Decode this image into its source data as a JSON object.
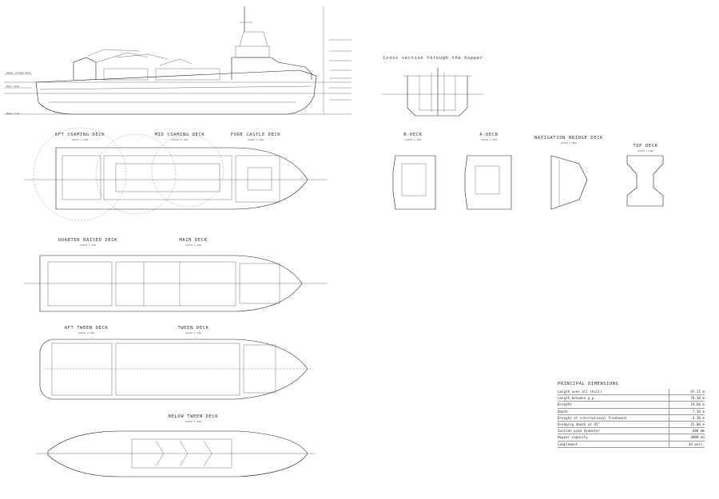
{
  "labels": {
    "cross_section": "Cross section through the hopper",
    "aft_coaming_deck": "AFT COAMING DECK",
    "mid_coaming_deck": "MID COAMING DECK",
    "fore_castle_deck": "FORE CASTLE DECK",
    "b_deck": "B-DECK",
    "a_deck": "A-DECK",
    "navigation_bridge_deck": "NAVIGATION BRIDGE DECK",
    "top_deck": "TOP DECK",
    "quarter_raised_deck": "QUARTER RAISED DECK",
    "main_deck": "MAIN DECK",
    "aft_tween_deck": "AFT TWEEN DECK",
    "tween_deck": "TWEEN DECK",
    "below_tween_deck": "BELOW TWEEN DECK"
  },
  "principal_dimensions": {
    "title": "PRINCIPAL DIMENSIONS",
    "rows": [
      {
        "label": "Length over all (hull)",
        "value": "87.25 m"
      },
      {
        "label": "Length between p.p.",
        "value": "78.30 m"
      },
      {
        "label": "Breadth",
        "value": "19.60 m"
      },
      {
        "label": "Depth",
        "value": "7.50 m"
      },
      {
        "label": "Draught at international freeboard",
        "value": "6.30 m"
      },
      {
        "label": "Dredging depth at 45°",
        "value": "25.00 m"
      },
      {
        "label": "Suction pipe diameter",
        "value": "600 mm"
      },
      {
        "label": "Hopper capacity",
        "value": "4000 m3"
      },
      {
        "label": "Complement",
        "value": "30 pers."
      }
    ]
  },
  "colors": {
    "line": "#222222",
    "background": "#ffffff"
  }
}
